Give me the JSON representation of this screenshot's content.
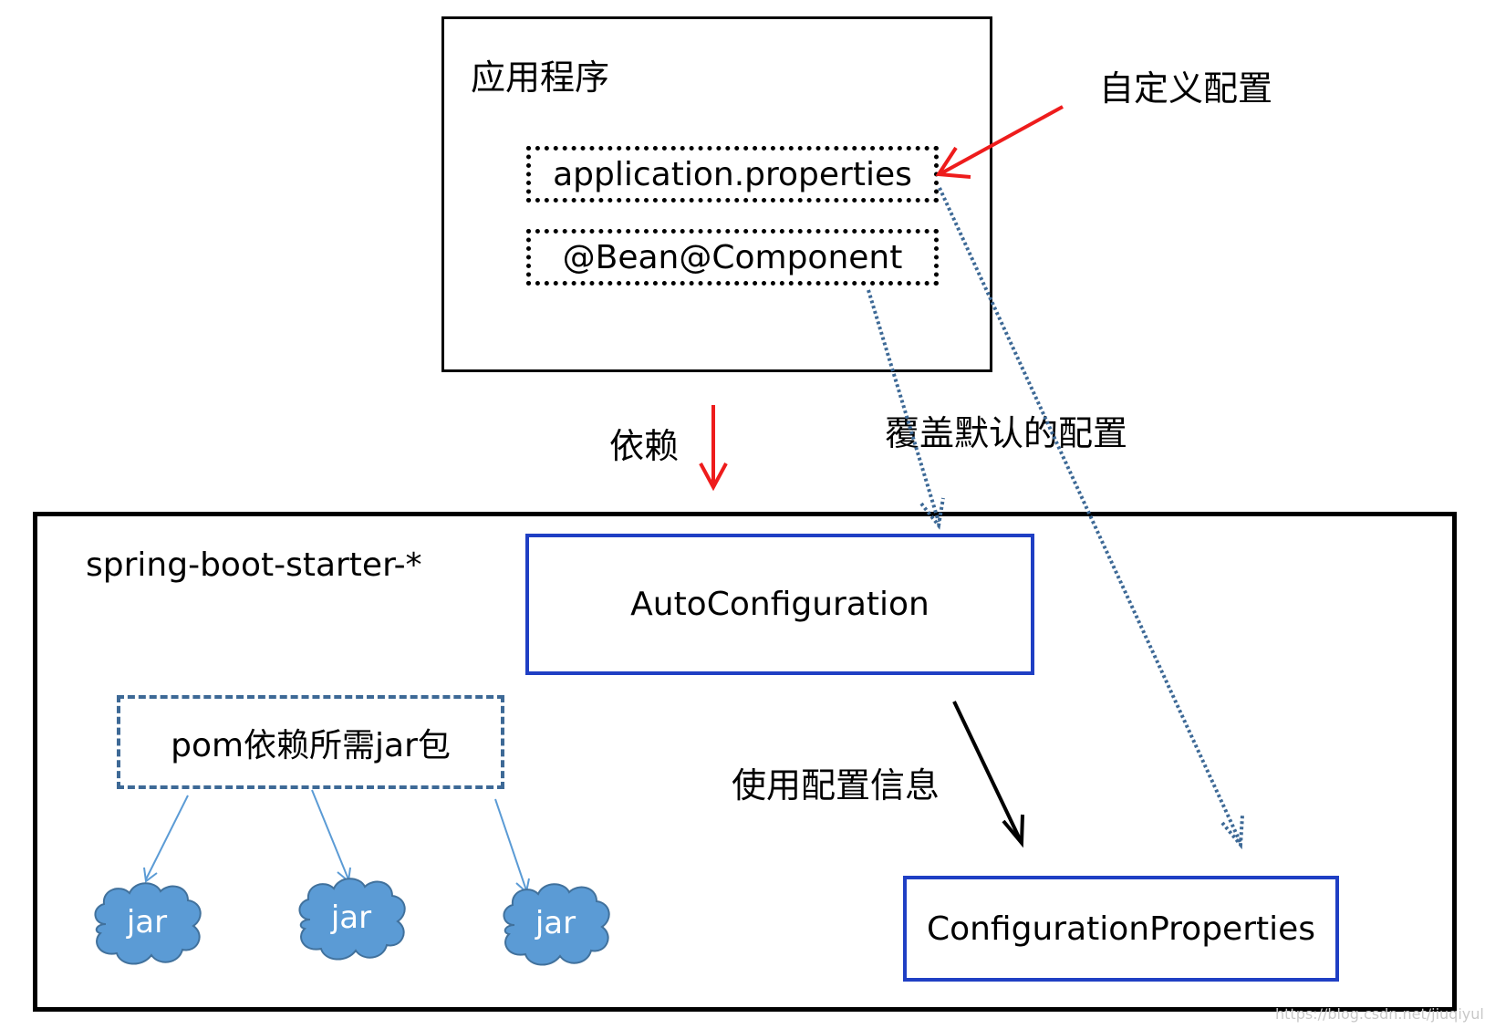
{
  "app": {
    "title": "应用程序",
    "properties_file": "application.properties",
    "bean_annotations": "@Bean@Component"
  },
  "labels": {
    "custom_config": "自定义配置",
    "override_default": "覆盖默认的配置",
    "depends_on": "依赖",
    "use_config_info": "使用配置信息"
  },
  "starter": {
    "name": "spring-boot-starter-*",
    "auto_configuration": "AutoConfiguration",
    "configuration_properties": "ConfigurationProperties",
    "pom_dependencies": "pom依赖所需jar包",
    "jars": [
      "jar",
      "jar",
      "jar"
    ]
  },
  "watermark": "https://blog.csdn.net/jiuqiyuliang",
  "colors": {
    "red_arrow": "#ee1c1c",
    "blue_border": "#1f3fc4",
    "dotted_link": "#3d6996",
    "cloud_fill": "#5b9bd5",
    "cloud_stroke": "#41719c",
    "jar_link": "#5b9bd5"
  }
}
